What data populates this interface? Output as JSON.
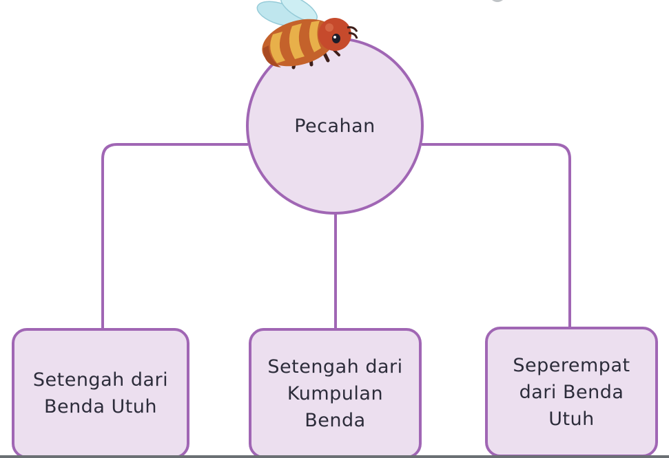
{
  "diagram": {
    "root": {
      "label": "Pecahan",
      "icon": "bee-icon"
    },
    "children": [
      {
        "label": "Setengah dari Benda Utuh",
        "lines": [
          "Setengah dari",
          "Benda Utuh"
        ]
      },
      {
        "label": "Setengah dari Kumpulan Benda",
        "lines": [
          "Setengah dari",
          "Kumpulan",
          "Benda"
        ]
      },
      {
        "label": "Seperempat dari Benda Utuh",
        "lines": [
          "Seperempat",
          "dari Benda",
          "Utuh"
        ]
      }
    ],
    "colors": {
      "node_fill": "#ecdfef",
      "node_border": "#a066b4",
      "connector": "#a066b4",
      "text": "#2c2c3a"
    }
  }
}
